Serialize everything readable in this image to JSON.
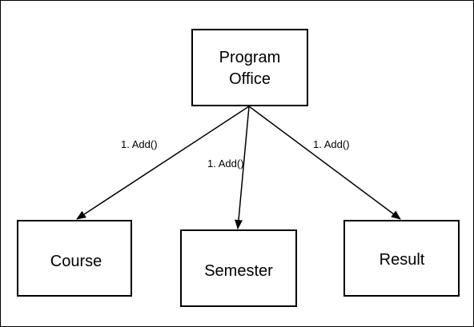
{
  "diagram": {
    "nodes": {
      "program_office": {
        "line1": "Program",
        "line2": "Office"
      },
      "course": {
        "label": "Course"
      },
      "semester": {
        "label": "Semester"
      },
      "result": {
        "label": "Result"
      }
    },
    "edges": {
      "to_course": {
        "label": "1. Add()"
      },
      "to_semester": {
        "label": "1. Add()"
      },
      "to_result": {
        "label": "1. Add()"
      }
    }
  }
}
